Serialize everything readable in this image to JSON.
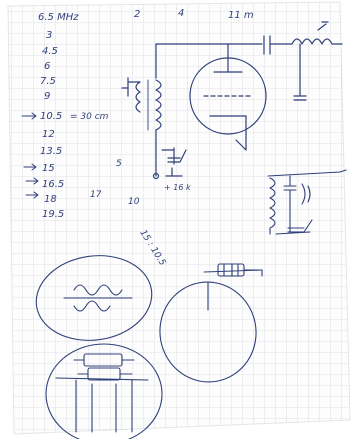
{
  "note": {
    "header_left": "6.5 MHz",
    "header_mid_1": "2",
    "header_mid_2": "4",
    "header_right": "11 m",
    "frequency_list": [
      "3",
      "4.5",
      "6",
      "7.5",
      "9",
      "10.5",
      "12",
      "13.5",
      "15",
      "16.5",
      "18",
      "19.5"
    ],
    "annotation_length": "= 30 cm",
    "annotation_bias": "+ 16 k",
    "annotation_ratio": "15 : 10.5",
    "annotation_small_1": "5",
    "annotation_small_2": "10",
    "annotation_small_3": "17"
  },
  "colors": {
    "paper": "#fdfdfd",
    "grid": "#c9ccd3",
    "ink": "#2f3f7a"
  }
}
